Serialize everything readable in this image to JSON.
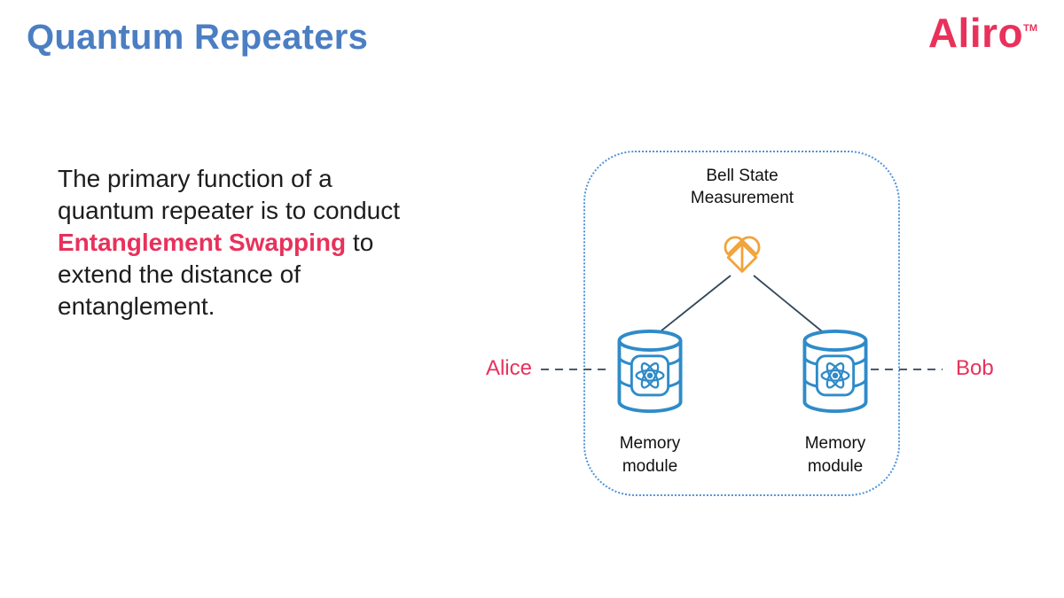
{
  "header": {
    "title": "Quantum Repeaters",
    "logo": "Aliro",
    "logo_tm": "TM"
  },
  "intro": {
    "part1": "The primary function of a quantum repeater is to conduct ",
    "highlight": "Entanglement Swapping",
    "part2": " to extend the distance of entanglement."
  },
  "diagram": {
    "bell_state_label": "Bell State Measurement",
    "memory_left_label": "Memory module",
    "memory_right_label": "Memory module",
    "alice_label": "Alice",
    "bob_label": "Bob"
  },
  "colors": {
    "title_blue": "#4b7ec2",
    "brand_pink": "#e8315b",
    "orange": "#f2a33c",
    "cylinder_blue": "#2e8bc9",
    "box_border_blue": "#4f93d8",
    "line_dark": "#33475b",
    "dash_gray": "#4d5a6b",
    "text_dark": "#1d1d1f"
  }
}
